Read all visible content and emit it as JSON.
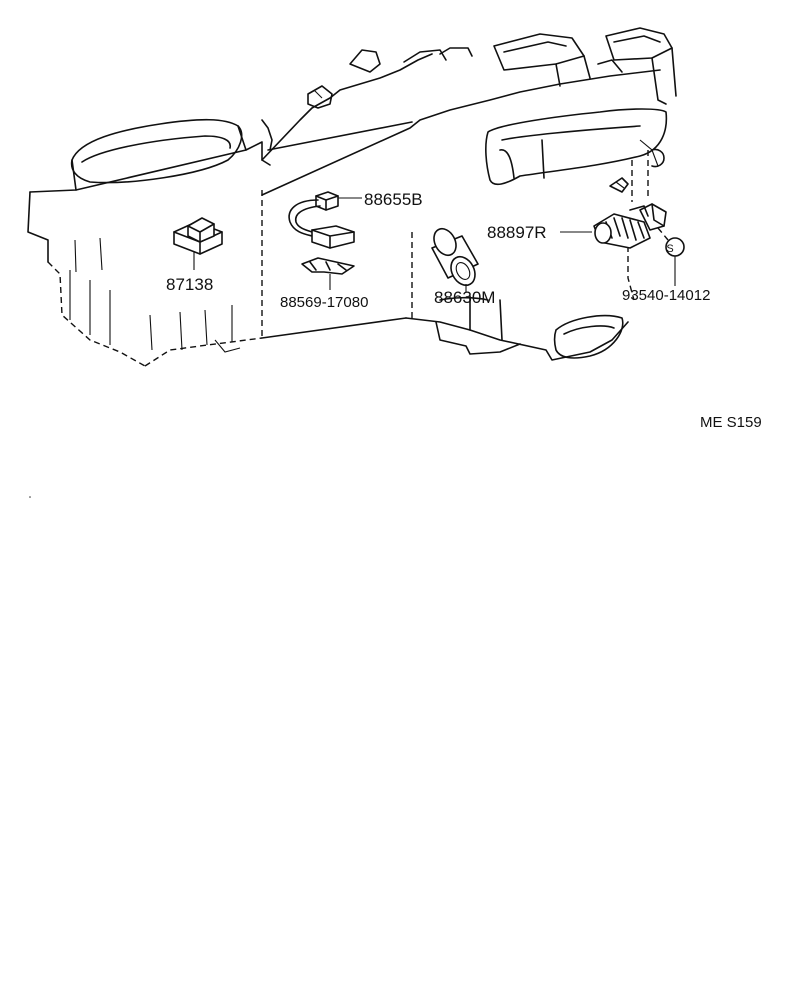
{
  "diagram": {
    "drawing_code": "ME S159",
    "parts": [
      {
        "id": "part-87138",
        "label": "87138"
      },
      {
        "id": "part-88655b",
        "label": "88655B"
      },
      {
        "id": "part-88569-17080",
        "label": "88569-17080"
      },
      {
        "id": "part-88630m",
        "label": "88630M"
      },
      {
        "id": "part-88897r",
        "label": "88897R"
      },
      {
        "id": "part-93540-14012",
        "label": "93540-14012"
      }
    ],
    "symbol_s": "S"
  }
}
